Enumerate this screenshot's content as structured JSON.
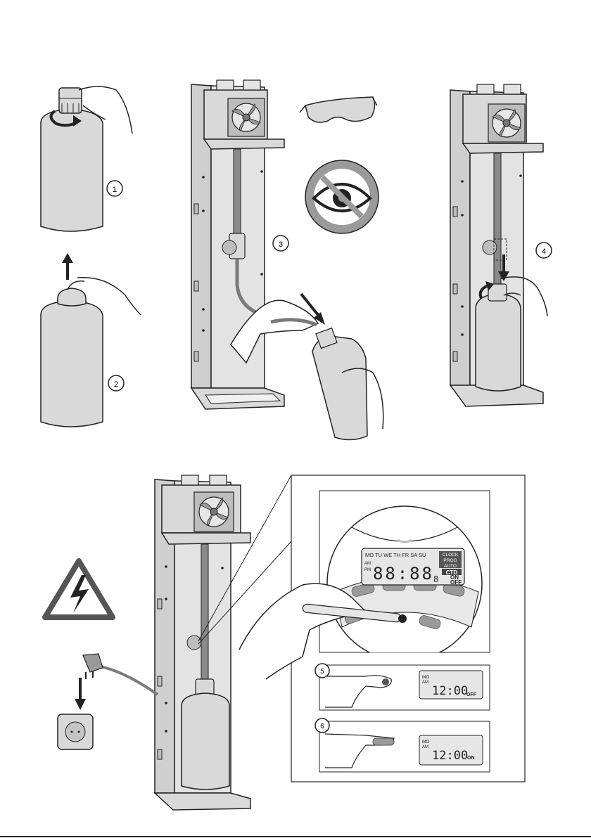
{
  "steps": {
    "s1": "1",
    "s2": "2",
    "s3": "3",
    "s4": "4",
    "s5": "5",
    "s6": "6"
  },
  "display": {
    "days": "MO TU WE TH FR SA SU",
    "am": "AM",
    "pm": "PM",
    "digits": "88:88",
    "small_digit": "8",
    "clock": "CLOCK",
    "prog": "PROG",
    "auto": "AUTO",
    "ctd": "CTD",
    "on": "ON",
    "off": "OFF"
  },
  "mini_off": {
    "day": "MO",
    "am": "AM",
    "time": "12:00",
    "state": "OFF"
  },
  "mini_on": {
    "day": "MO",
    "am": "AM",
    "time": "12:00",
    "state": "ON"
  },
  "icons": {
    "cap": "bottle-cap-icon",
    "goggles": "safety-goggles-icon",
    "no_eye": "no-eye-contact-icon",
    "shock": "electric-shock-warning-icon",
    "plug": "power-plug-icon",
    "socket": "wall-socket-icon",
    "fan": "fan-icon"
  },
  "colors": {
    "fill": "#d9d9d9",
    "dark": "#7a7a7a",
    "line": "#222222",
    "lcd": "#e6e6e6"
  }
}
